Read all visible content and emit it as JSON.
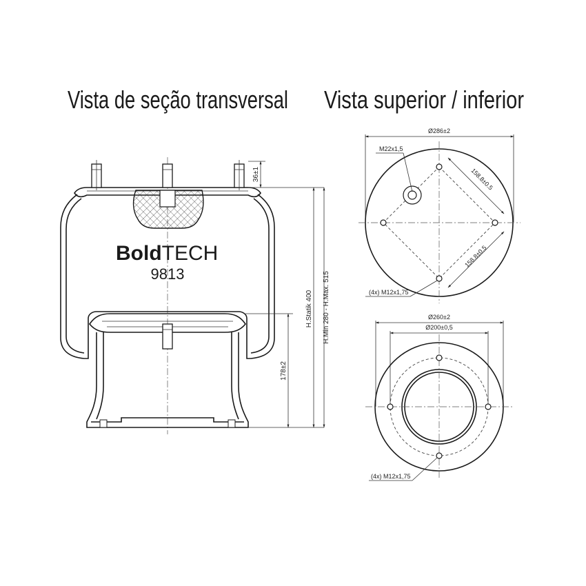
{
  "titles": {
    "section_view": "Vista de seção transversal",
    "top_bottom_view": "Vista superior / inferior"
  },
  "brand": {
    "bold": "Bold",
    "light": "TECH"
  },
  "model_number": "9813",
  "section_dims": {
    "top_stud_height": "36±1",
    "heights": "H.Statik 400",
    "heights_range": "H.Min 280 - H.Max. 515",
    "piston_height": "178±2"
  },
  "top_view": {
    "diameter": "Ø286±2",
    "air_fitting": "M22x1,5",
    "spacing_a": "158.8±0.5",
    "spacing_b": "158.8±0,5",
    "studs": "(4x) M12x1,75"
  },
  "bottom_view": {
    "outer_diameter": "Ø260±2",
    "bolt_circle": "Ø200±0,5",
    "studs": "(4x) M12x1,75"
  }
}
